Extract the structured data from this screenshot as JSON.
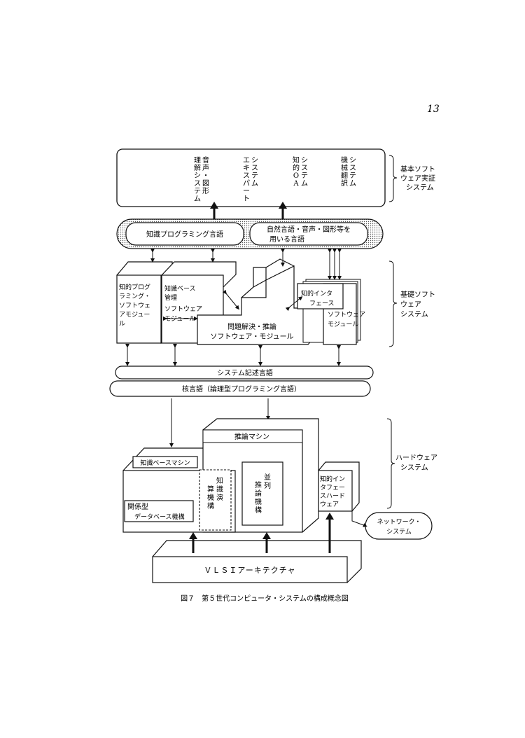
{
  "page_number": "13",
  "layer_labels": {
    "applied": [
      "基本ソフト",
      "ウェア実証",
      "システム"
    ],
    "basic": [
      "基礎ソフト",
      "ウェア",
      "システム"
    ],
    "hardware": [
      "ハードウェア",
      "システム"
    ]
  },
  "applied_systems": [
    {
      "columns": [
        "理",
        "解",
        "シ",
        "ス",
        "テ",
        "ム"
      ],
      "columns2": [
        "音",
        "声",
        "・",
        "図",
        "形"
      ]
    },
    {
      "columns": [
        "エ",
        "キ",
        "ス",
        "パ",
        "ー",
        "ト"
      ],
      "columns2": [
        "シ",
        "ス",
        "テ",
        "ム"
      ]
    },
    {
      "columns": [
        "知",
        "的",
        "O",
        "A"
      ],
      "columns2": [
        "シ",
        "ス",
        "テ",
        "ム"
      ]
    },
    {
      "columns": [
        "機",
        "械",
        "翻",
        "訳"
      ],
      "columns2": [
        "シ",
        "ス",
        "テ",
        "ム"
      ]
    }
  ],
  "languages": {
    "knowledge_programming": "知識プログラミング言語",
    "natural_language_line1": "自然言語・音声・図形等を",
    "natural_language_line2": "用いる言語"
  },
  "modules": {
    "intelligent_programming": [
      "知的プログ",
      "ラミング・",
      "ソフトウェ",
      "アモジュー",
      "ル"
    ],
    "knowledge_base": [
      "知識ベース",
      "管理",
      "ソフトウェア",
      "モジュール"
    ],
    "problem_solving_line1": "問題解決・推論",
    "problem_solving_line2": "ソフトウェア・モジュール",
    "interface_top": [
      "知的インタ",
      "フェース"
    ],
    "interface_bottom": [
      "ソフトウェア",
      "モジュール"
    ]
  },
  "system_description_language": "システム記述言語",
  "kernel_language": "核言語（論理型プログラミング言語）",
  "hardware": {
    "inference_machine": "推論マシン",
    "knowledge_base_machine": "知識ベースマシン",
    "relational_db_line1": "関係型",
    "relational_db_line2": "データベース機構",
    "knowledge_operation": [
      "知",
      "識",
      "演",
      "算",
      "機",
      "構"
    ],
    "parallel_inference": [
      "並",
      "列",
      "推",
      "論",
      "機",
      "構"
    ],
    "intelligent_interface_hw": [
      "知的イン",
      "タフェー",
      "スハード",
      "ウェア"
    ],
    "network_line1": "ネットワーク・",
    "network_line2": "システム",
    "vlsi": "ＶＬＳＩアーキテクチャ"
  },
  "caption": "図７　第５世代コンピュータ・システムの構成概念図"
}
